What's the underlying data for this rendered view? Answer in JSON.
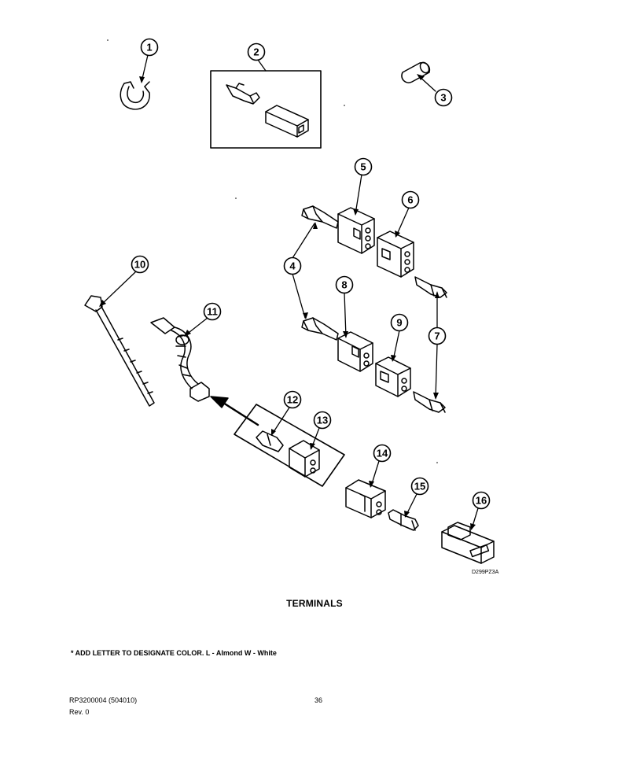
{
  "callouts": [
    "1",
    "2",
    "3",
    "4",
    "5",
    "6",
    "7",
    "8",
    "9",
    "10",
    "11",
    "12",
    "13",
    "14",
    "15",
    "16"
  ],
  "drawing_code": "D299PZ3A",
  "title": "TERMINALS",
  "footnote": "* ADD LETTER TO DESIGNATE COLOR.  L - Almond  W - White",
  "document_number": "RP3200004   (504010)",
  "revision": "Rev. 0",
  "page_number": "36"
}
